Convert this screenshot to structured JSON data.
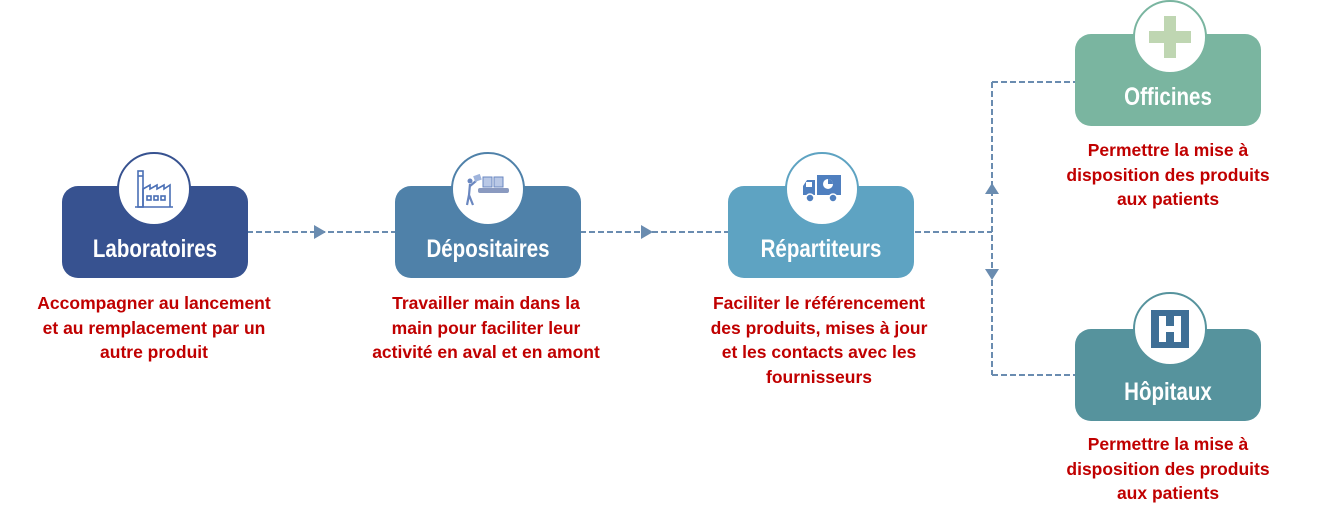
{
  "colors": {
    "laboratoires": "#375290",
    "depositaires": "#4f81a9",
    "repartiteurs": "#5ea3c2",
    "officines": "#7ab5a0",
    "hopitaux": "#56939d",
    "connector": "#6a8cb0",
    "description_text": "#c00000"
  },
  "nodes": {
    "laboratoires": {
      "title": "Laboratoires",
      "icon": "factory-icon",
      "description": [
        "Accompagner au lancement",
        "et au remplacement par un",
        "autre produit"
      ]
    },
    "depositaires": {
      "title": "Dépositaires",
      "icon": "conveyor-worker-icon",
      "description": [
        "Travailler main dans la",
        "main pour faciliter leur",
        "activité en aval et en amont"
      ]
    },
    "repartiteurs": {
      "title": "Répartiteurs",
      "icon": "delivery-truck-icon",
      "description": [
        "Faciliter le référencement",
        "des produits, mises à jour",
        "et les contacts avec les",
        "fournisseurs"
      ]
    },
    "officines": {
      "title": "Officines",
      "icon": "pharmacy-cross-icon",
      "description": [
        "Permettre la mise à",
        "disposition des produits",
        "aux patients"
      ]
    },
    "hopitaux": {
      "title": "Hôpitaux",
      "icon": "hospital-h-icon",
      "description": [
        "Permettre la mise à",
        "disposition des produits",
        "aux patients"
      ]
    }
  }
}
